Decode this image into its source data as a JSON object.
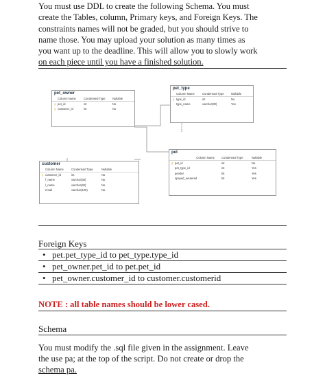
{
  "intro": {
    "lines": [
      "You must use DDL to create the following Schema.  You must",
      "create the Tables, column, Primary keys, and Foreign Keys.  The",
      "constraints names will not be graded, but you should strive to",
      "name those.  You may upload your solution as many times as",
      "you want up to the deadline.  This will allow you to slowly work",
      "on each piece until you have a finished solution."
    ]
  },
  "diagram": {
    "column_header": [
      "Column Name",
      "Condensed Type",
      "Nullable"
    ],
    "tables": {
      "pet_owner": {
        "title": "pet_owner",
        "rows": [
          {
            "key": "⚷",
            "name": "pet_id",
            "type": "int",
            "nullable": "No"
          },
          {
            "key": "⚷",
            "name": "customer_id",
            "type": "int",
            "nullable": "No"
          }
        ]
      },
      "pet_type": {
        "title": "pet_type",
        "rows": [
          {
            "key": "⚷",
            "name": "type_id",
            "type": "int",
            "nullable": "No"
          },
          {
            "key": "",
            "name": "type_name",
            "type": "varchar(30)",
            "nullable": "Yes"
          }
        ]
      },
      "pet": {
        "title": "pet",
        "rows": [
          {
            "key": "⚷",
            "name": "pet_id",
            "type": "int",
            "nullable": "No"
          },
          {
            "key": "",
            "name": "pet_type_id",
            "type": "int",
            "nullable": "Yes"
          },
          {
            "key": "",
            "name": "gender",
            "type": "bit",
            "nullable": "Yes"
          },
          {
            "key": "",
            "name": "spayed_neutered",
            "type": "bit",
            "nullable": "Yes"
          }
        ]
      },
      "customer": {
        "title": "customer",
        "rows": [
          {
            "key": "⚷",
            "name": "customer_id",
            "type": "int",
            "nullable": "No"
          },
          {
            "key": "",
            "name": "f_name",
            "type": "varchar(35)",
            "nullable": "No"
          },
          {
            "key": "",
            "name": "l_name",
            "type": "varchar(40)",
            "nullable": "No"
          },
          {
            "key": "",
            "name": "email",
            "type": "varchar(100)",
            "nullable": "No"
          }
        ]
      }
    }
  },
  "foreign_keys": {
    "heading": "Foreign Keys",
    "items": [
      "pet.pet_type_id to pet_type.type_id",
      "pet_owner.pet_id to pet.pet_id",
      "pet_owner.customer_id to customer.customerid"
    ]
  },
  "note": "NOTE : all table names should be lower cased.",
  "schema": {
    "heading": "Schema",
    "lines": [
      "You must modify the .sql file given in the assignment.  Leave",
      "the use pa; at the top of the script.  Do not create or drop the",
      "schema pa."
    ]
  },
  "colors": {
    "note_red": "#cc1f1f",
    "key_gold": "#c8a000",
    "connector_green": "#3a9a3a"
  }
}
